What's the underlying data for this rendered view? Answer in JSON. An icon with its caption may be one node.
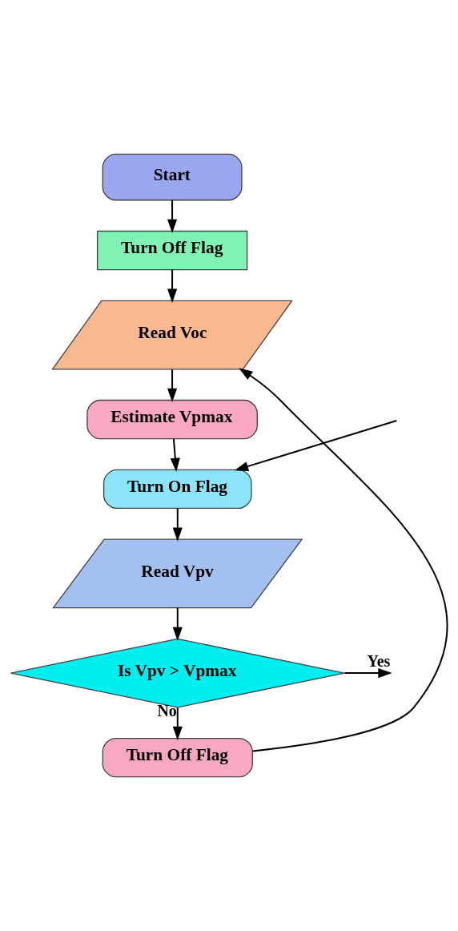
{
  "diagram": {
    "nodes": [
      {
        "text": [
          "Start"
        ]
      },
      {
        "text": [
          "Turn Off Flag"
        ]
      },
      {
        "text": [
          "Read Voc"
        ]
      },
      {
        "text": [
          "Estimate Vpmax"
        ]
      },
      {
        "text": [
          "Turn On Flag"
        ]
      },
      {
        "text": [
          "Read Vpv"
        ]
      },
      {
        "text": [
          "Is Vpv > Vpmax"
        ]
      },
      {
        "text": [
          "Turn Off Flag"
        ]
      }
    ],
    "edges": [
      {
        "from": 0,
        "to": 1,
        "arrow": "to"
      },
      {
        "from": 1,
        "to": 2,
        "arrow": "to"
      },
      {
        "from": 2,
        "to": 3,
        "arrow": "to"
      },
      {
        "from": 3,
        "to": 4,
        "arrow": "to"
      },
      {
        "from": 4,
        "to": 5,
        "arrow": "to"
      },
      {
        "from": 5,
        "to": 6,
        "arrow": "to"
      },
      {
        "from": 6,
        "to": null,
        "label": "Yes",
        "arrow": "to"
      },
      {
        "from": 6,
        "to": 7,
        "label": "No",
        "arrow": "to"
      },
      {
        "from": 7,
        "to": 2,
        "arrow": "to"
      },
      {
        "from": null,
        "to": 4,
        "arrow": "to"
      }
    ]
  }
}
